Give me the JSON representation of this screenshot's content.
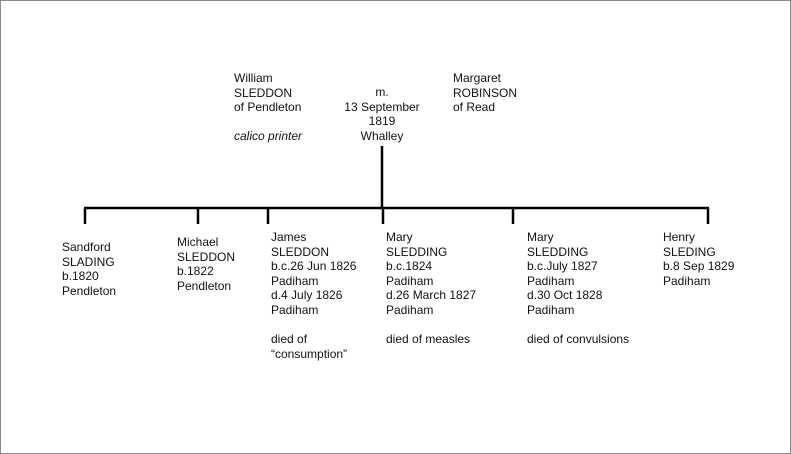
{
  "father": {
    "first_name": "William",
    "surname": "SLEDDON",
    "place": "of Pendleton",
    "occupation": "calico printer"
  },
  "marriage": {
    "label": "m.",
    "date": "13 September",
    "year": "1819",
    "place": "Whalley"
  },
  "mother": {
    "first_name": "Margaret",
    "surname": "ROBINSON",
    "place": "of Read"
  },
  "children": [
    {
      "lines": [
        "Sandford",
        "SLADING",
        "b.1820",
        "Pendleton"
      ],
      "note": []
    },
    {
      "lines": [
        "Michael",
        "SLEDDON",
        "b.1822",
        "Pendleton"
      ],
      "note": []
    },
    {
      "lines": [
        "James",
        "SLEDDON",
        "b.c.26 Jun 1826",
        "Padiham",
        "d.4 July 1826",
        "Padiham"
      ],
      "note": [
        "died of",
        "“consumption”"
      ]
    },
    {
      "lines": [
        "Mary",
        "SLEDDING",
        "b.c.1824",
        "Padiham",
        "d.26 March 1827",
        "Padiham"
      ],
      "note": [
        "died of measles"
      ]
    },
    {
      "lines": [
        "Mary",
        "SLEDDING",
        "b.c.July 1827",
        "Padiham",
        "d.30 Oct 1828",
        "Padiham"
      ],
      "note": [
        "died of convulsions"
      ]
    },
    {
      "lines": [
        "Henry",
        "SLEDING",
        "b.8 Sep 1829",
        "Padiham"
      ],
      "note": []
    }
  ]
}
